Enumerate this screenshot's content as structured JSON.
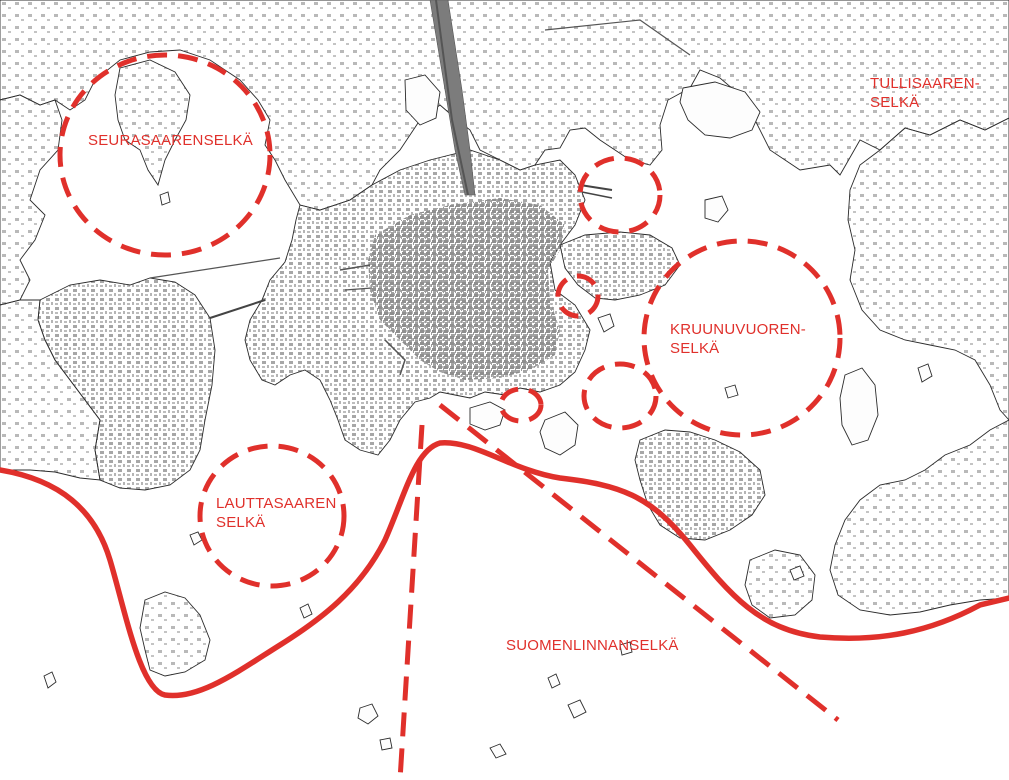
{
  "map": {
    "colors": {
      "background": "#ffffff",
      "land": "#fafafa",
      "coastline": "#2b2b2b",
      "buildings": "#9a9a9a",
      "city_core": "#8d8d8d",
      "railway": "#555555",
      "accent_red": "#e0302b"
    },
    "labels": {
      "seurasaarenselka": "SEURASAARENSELKÄ",
      "tullisaaren_line1": "TULLISAAREN-",
      "tullisaaren_line2": "SELKÄ",
      "kruunuvuoren_line1": "KRUUNUVUOREN-",
      "kruunuvuoren_line2": "SELKÄ",
      "lauttasaaren_line1": "LAUTTASAAREN",
      "lauttasaaren_line2": "SELKÄ",
      "suomenlinnanselka": "SUOMENLINNANSELKÄ"
    },
    "markers": {
      "dashed_circles": [
        "seurasaarenselka-area",
        "kruunuvuorenselka-area",
        "lauttasaarenselka-area",
        "small-harbour-circle-north",
        "small-harbour-circle-mid",
        "small-harbour-circle-south",
        "small-harbour-circle-market"
      ],
      "boundary_line": "solid-red-coastal-boundary",
      "dashed_lines": [
        "dashed-fairway-west",
        "dashed-fairway-east"
      ]
    }
  }
}
